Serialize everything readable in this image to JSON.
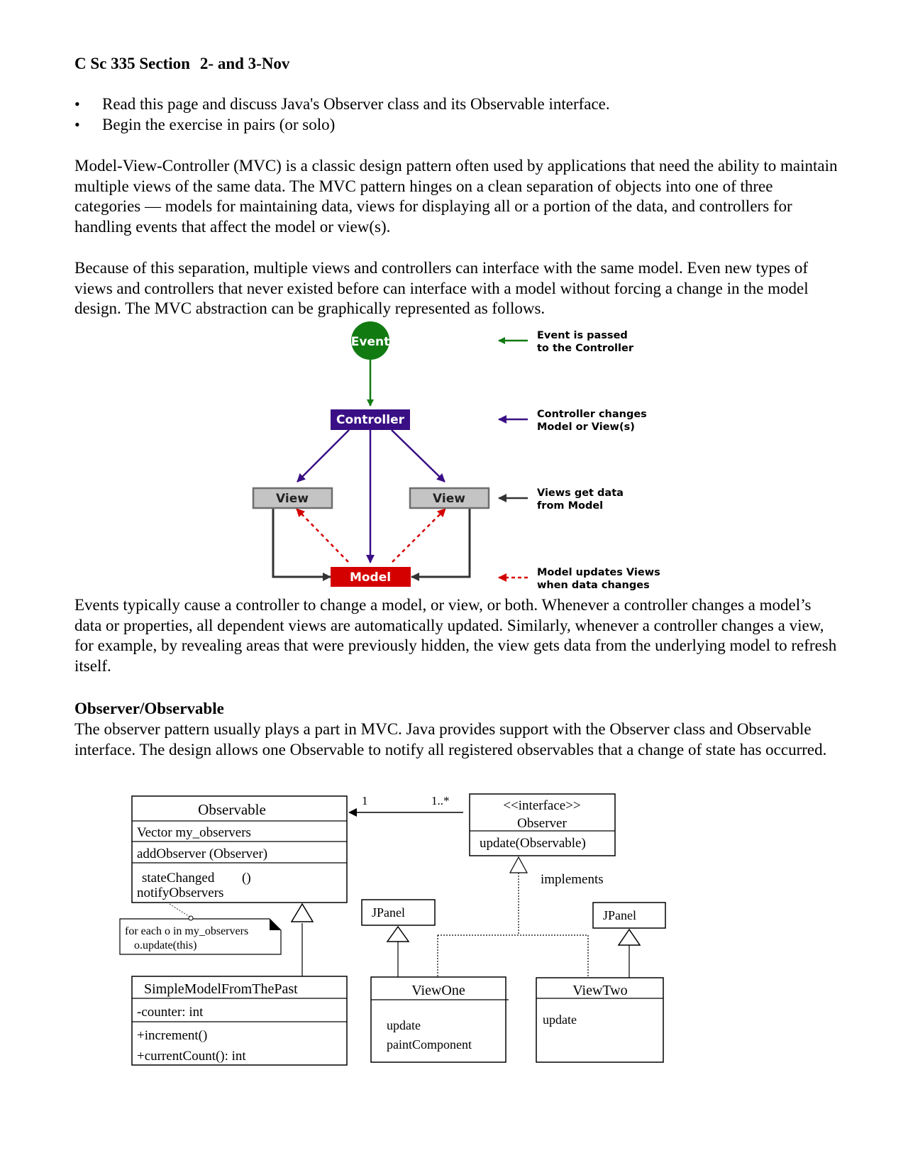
{
  "header": {
    "course": "C Sc 335 Section",
    "date": "2- and 3-Nov"
  },
  "bullets": [
    "Read this page and discuss Java's Observer class and its Observable interface.",
    "Begin the exercise in pairs (or solo)"
  ],
  "paragraphs": {
    "mvc_intro": "Model-View-Controller (MVC) is a classic design pattern often used by applications that need the ability to maintain multiple views of the same data. The MVC pattern hinges on a clean separation of objects into one of three categories — models for maintaining data, views for displaying all or a portion of the data, and controllers for handling events that affect the model or view(s).",
    "separation": "Because of this separation, multiple views and controllers can interface with the same model. Even new types of views and controllers that never existed before can interface with a model without forcing a change in the model design.  The MVC abstraction can be graphically represented as follows.",
    "events": "Events typically cause a controller to change a model, or view, or both. Whenever a controller changes a model’s data or properties, all dependent views are automatically updated. Similarly, whenever a controller changes a view, for example, by revealing areas that were previously hidden, the view gets data from the underlying model to refresh itself.",
    "observer_heading": "Observer/Observable",
    "observer_text": "The observer pattern usually plays a part in MVC.  Java provides support with the Observer class and Observable interface.  The design allows one Observable to notify all registered observables that a change of state has occurred."
  },
  "mvc_diagram": {
    "nodes": {
      "event": "Event",
      "controller": "Controller",
      "view_left": "View",
      "view_right": "View",
      "model": "Model"
    },
    "legend": [
      {
        "line1": "Event is passed",
        "line2": "to the Controller",
        "color": "#117a11"
      },
      {
        "line1": "Controller changes",
        "line2": "Model or View(s)",
        "color": "#3a0f85"
      },
      {
        "line1": "Views get data",
        "line2": "from Model",
        "color": "#333333"
      },
      {
        "line1": "Model updates Views",
        "line2": "when data changes",
        "color": "#d40000"
      }
    ],
    "colors": {
      "event": "#117a11",
      "controller": "#3a0f85",
      "view": "#c4c4c4",
      "model": "#d40000"
    }
  },
  "uml": {
    "observable": {
      "name": "Observable",
      "attribute": "Vector my_observers",
      "op1": "addObserver (Observer)",
      "op2a": "stateChanged",
      "op2b": "()",
      "op3": "notifyObservers"
    },
    "note": {
      "line1": "for each o in my_observers",
      "line2": "o.update(this)"
    },
    "observer": {
      "stereotype": "<<interface>>",
      "name": "Observer",
      "op": "update(Observable)"
    },
    "multiplicity_left": "1",
    "multiplicity_right": "1..*",
    "implements_label": "implements",
    "jpanel_left": "JPanel",
    "jpanel_right": "JPanel",
    "simple_model": {
      "name": "SimpleModelFromThePast",
      "attribute": "-counter: int",
      "op1": "+increment()",
      "op2": "+currentCount(): int"
    },
    "view_one": {
      "name": "ViewOne",
      "op1": "update",
      "op2": "paintComponent"
    },
    "view_two": {
      "name": "ViewTwo",
      "op1": "update"
    }
  }
}
